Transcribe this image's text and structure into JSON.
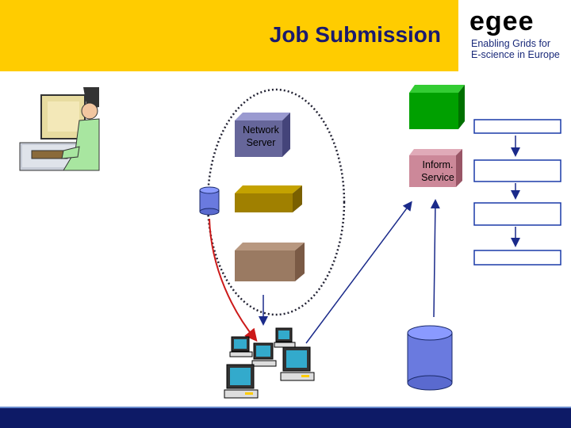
{
  "header": {
    "title": "Job Submission",
    "background": "#ffcc00"
  },
  "logo": {
    "word": "egee",
    "tagline_line1": "Enabling Grids for",
    "tagline_line2": "E-science in Europe"
  },
  "diagram": {
    "network_server_label_line1": "Network",
    "network_server_label_line2": "Server",
    "inform_service_label_line1": "Inform.",
    "inform_service_label_line2": "Service",
    "colors": {
      "network_server": "#66669a",
      "workload_box": "#a08000",
      "job_box": "#9a7a62",
      "compute_element": "#00a000",
      "inform_service": "#cc8899",
      "database": "#6a7adf",
      "flow_box_border": "#1a3aa8",
      "arrow_blue": "#1a2a8a",
      "arrow_red": "#cc1a1a"
    }
  },
  "footer": {
    "color": "#0d1a66"
  }
}
